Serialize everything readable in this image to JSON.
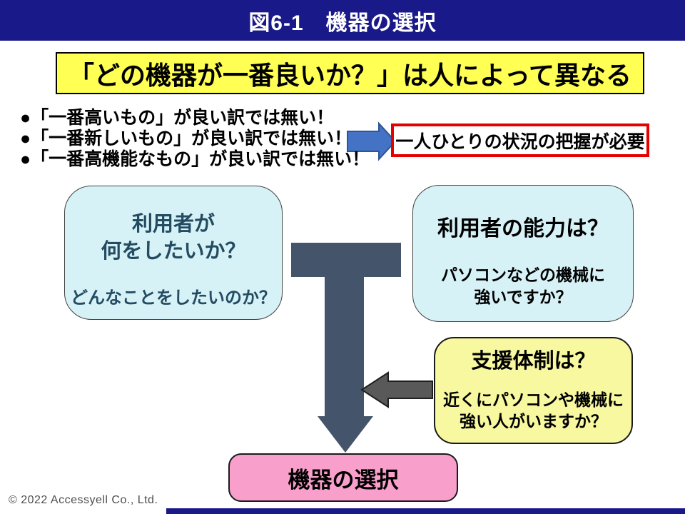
{
  "slide": {
    "title": "図6-1　機器の選択"
  },
  "headline": {
    "text": "「どの機器が一番良いか？」は人によって異なる"
  },
  "bullets": {
    "items": [
      "●「一番高いもの」が良い訳では無い！",
      "●「一番新しいもの」が良い訳では無い！",
      "●「一番高機能なもの」が良い訳では無い！"
    ]
  },
  "necessity": {
    "text": "一人ひとりの状況の把握が必要"
  },
  "boxes": {
    "user_wants": {
      "title": "利用者が\n何をしたいか？",
      "subtitle": "どんなことをしたいのか？"
    },
    "user_ability": {
      "title": "利用者の能力は？",
      "subtitle": "パソコンなどの機械に\n強いですか？"
    },
    "support": {
      "title": "支援体制は？",
      "subtitle": "近くにパソコンや機械に\n強い人がいますか？"
    },
    "selection": {
      "title": "機器の選択"
    }
  },
  "footer": {
    "copyright": "© 2022 Accessyell Co., Ltd."
  },
  "icons": {
    "pointer_arrow": "right-arrow-icon",
    "flow_arrow": "down-arrow-icon",
    "support_arrow": "left-arrow-icon"
  },
  "colors": {
    "header_bg": "#191989",
    "headline_bg": "#ffff54",
    "info_box_bg": "#d6f2f7",
    "support_box_bg": "#f8f8a0",
    "selection_box_bg": "#f89fcb",
    "alert_border": "#e60000",
    "flow_arrow": "#44546a",
    "pointer_arrow_fill": "#4472c4",
    "pointer_arrow_stroke": "#2f5496",
    "support_arrow_fill": "#595959",
    "user_wants_text": "#234b61"
  }
}
